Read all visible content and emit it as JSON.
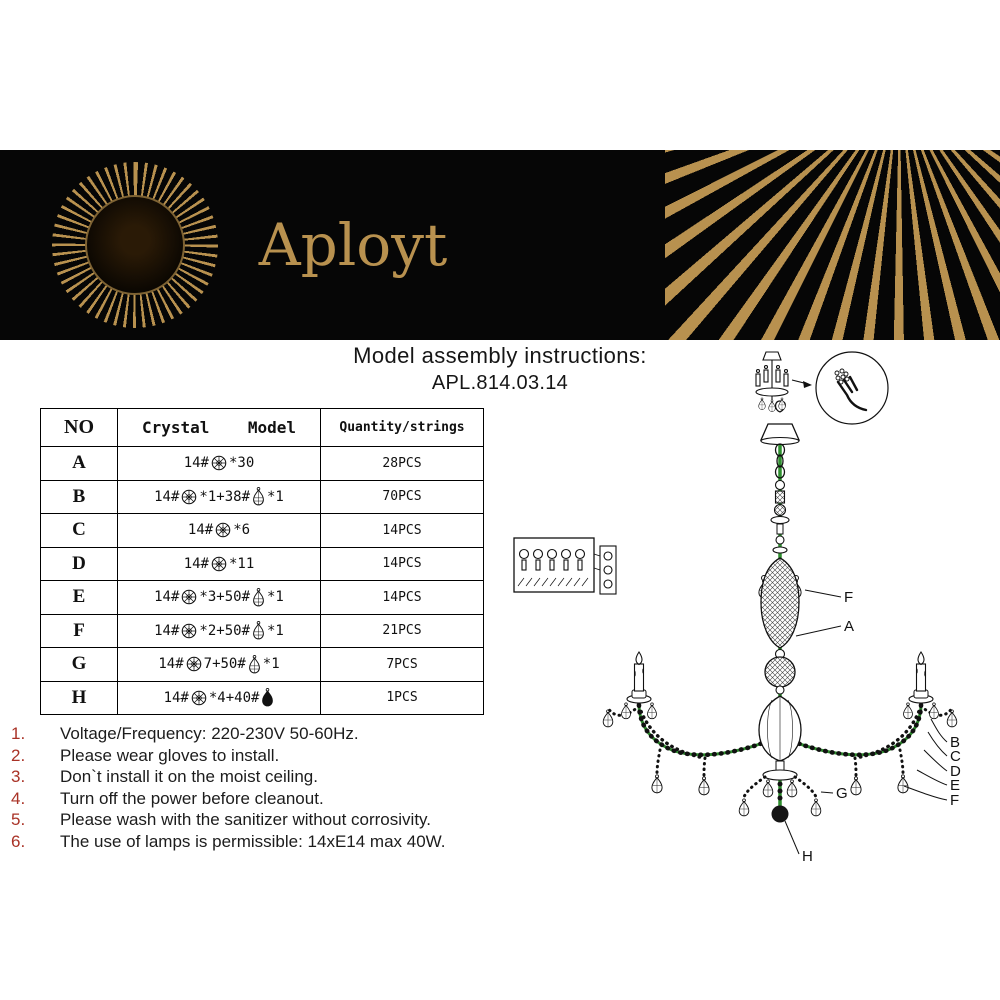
{
  "brand": {
    "name": "Aployt"
  },
  "header": {
    "title": "Model assembly instructions:",
    "model": "APL.814.03.14"
  },
  "table": {
    "headers": {
      "no": "NO",
      "crystal": "Crystal    Model",
      "qty": "Quantity/strings"
    },
    "rows": [
      {
        "no": "A",
        "crystal": [
          {
            "t": "text",
            "v": "14#"
          },
          {
            "t": "icon",
            "v": "crystal-ball-icon"
          },
          {
            "t": "text",
            "v": "*30"
          }
        ],
        "qty": "28PCS"
      },
      {
        "no": "B",
        "crystal": [
          {
            "t": "text",
            "v": "14#"
          },
          {
            "t": "icon",
            "v": "crystal-ball-icon"
          },
          {
            "t": "text",
            "v": "*1+38#"
          },
          {
            "t": "icon",
            "v": "teardrop-icon"
          },
          {
            "t": "text",
            "v": "*1"
          }
        ],
        "qty": "70PCS"
      },
      {
        "no": "C",
        "crystal": [
          {
            "t": "text",
            "v": "14#"
          },
          {
            "t": "icon",
            "v": "crystal-ball-icon"
          },
          {
            "t": "text",
            "v": "*6"
          }
        ],
        "qty": "14PCS"
      },
      {
        "no": "D",
        "crystal": [
          {
            "t": "text",
            "v": "14#"
          },
          {
            "t": "icon",
            "v": "crystal-ball-icon"
          },
          {
            "t": "text",
            "v": "*11"
          }
        ],
        "qty": "14PCS"
      },
      {
        "no": "E",
        "crystal": [
          {
            "t": "text",
            "v": "14#"
          },
          {
            "t": "icon",
            "v": "crystal-ball-icon"
          },
          {
            "t": "text",
            "v": "*3+50#"
          },
          {
            "t": "icon",
            "v": "teardrop-icon"
          },
          {
            "t": "text",
            "v": "*1"
          }
        ],
        "qty": "14PCS"
      },
      {
        "no": "F",
        "crystal": [
          {
            "t": "text",
            "v": "14#"
          },
          {
            "t": "icon",
            "v": "crystal-ball-icon"
          },
          {
            "t": "text",
            "v": "*2+50#"
          },
          {
            "t": "icon",
            "v": "teardrop-icon"
          },
          {
            "t": "text",
            "v": "*1"
          }
        ],
        "qty": "21PCS"
      },
      {
        "no": "G",
        "crystal": [
          {
            "t": "text",
            "v": "14#"
          },
          {
            "t": "icon",
            "v": "crystal-ball-icon"
          },
          {
            "t": "text",
            "v": "7+50#"
          },
          {
            "t": "icon",
            "v": "teardrop-icon"
          },
          {
            "t": "text",
            "v": "*1"
          }
        ],
        "qty": "7PCS"
      },
      {
        "no": "H",
        "crystal": [
          {
            "t": "text",
            "v": "14#"
          },
          {
            "t": "icon",
            "v": "crystal-ball-icon"
          },
          {
            "t": "text",
            "v": "*4+40#"
          },
          {
            "t": "icon",
            "v": "black-drop-icon"
          }
        ],
        "qty": "1PCS"
      }
    ]
  },
  "notes": [
    {
      "num": "1.",
      "text": "Voltage/Frequency: 220-230V 50-60Hz."
    },
    {
      "num": "2.",
      "text": "Please wear gloves to install."
    },
    {
      "num": "3.",
      "text": "Don`t install it on the moist ceiling."
    },
    {
      "num": "4.",
      "text": "Turn off the power before cleanout."
    },
    {
      "num": "5.",
      "text": "Please wash with the sanitizer without corrosivity."
    },
    {
      "num": "6.",
      "text": "The use of lamps is permissible: 14xE14 max 40W."
    }
  ],
  "diagram": {
    "labels": [
      "F",
      "A",
      "B",
      "C",
      "D",
      "E",
      "F",
      "G",
      "H"
    ]
  },
  "colors": {
    "gold": "#b8914f",
    "band": "#060606",
    "note_red": "#a93226",
    "green": "#2f8f2f"
  }
}
